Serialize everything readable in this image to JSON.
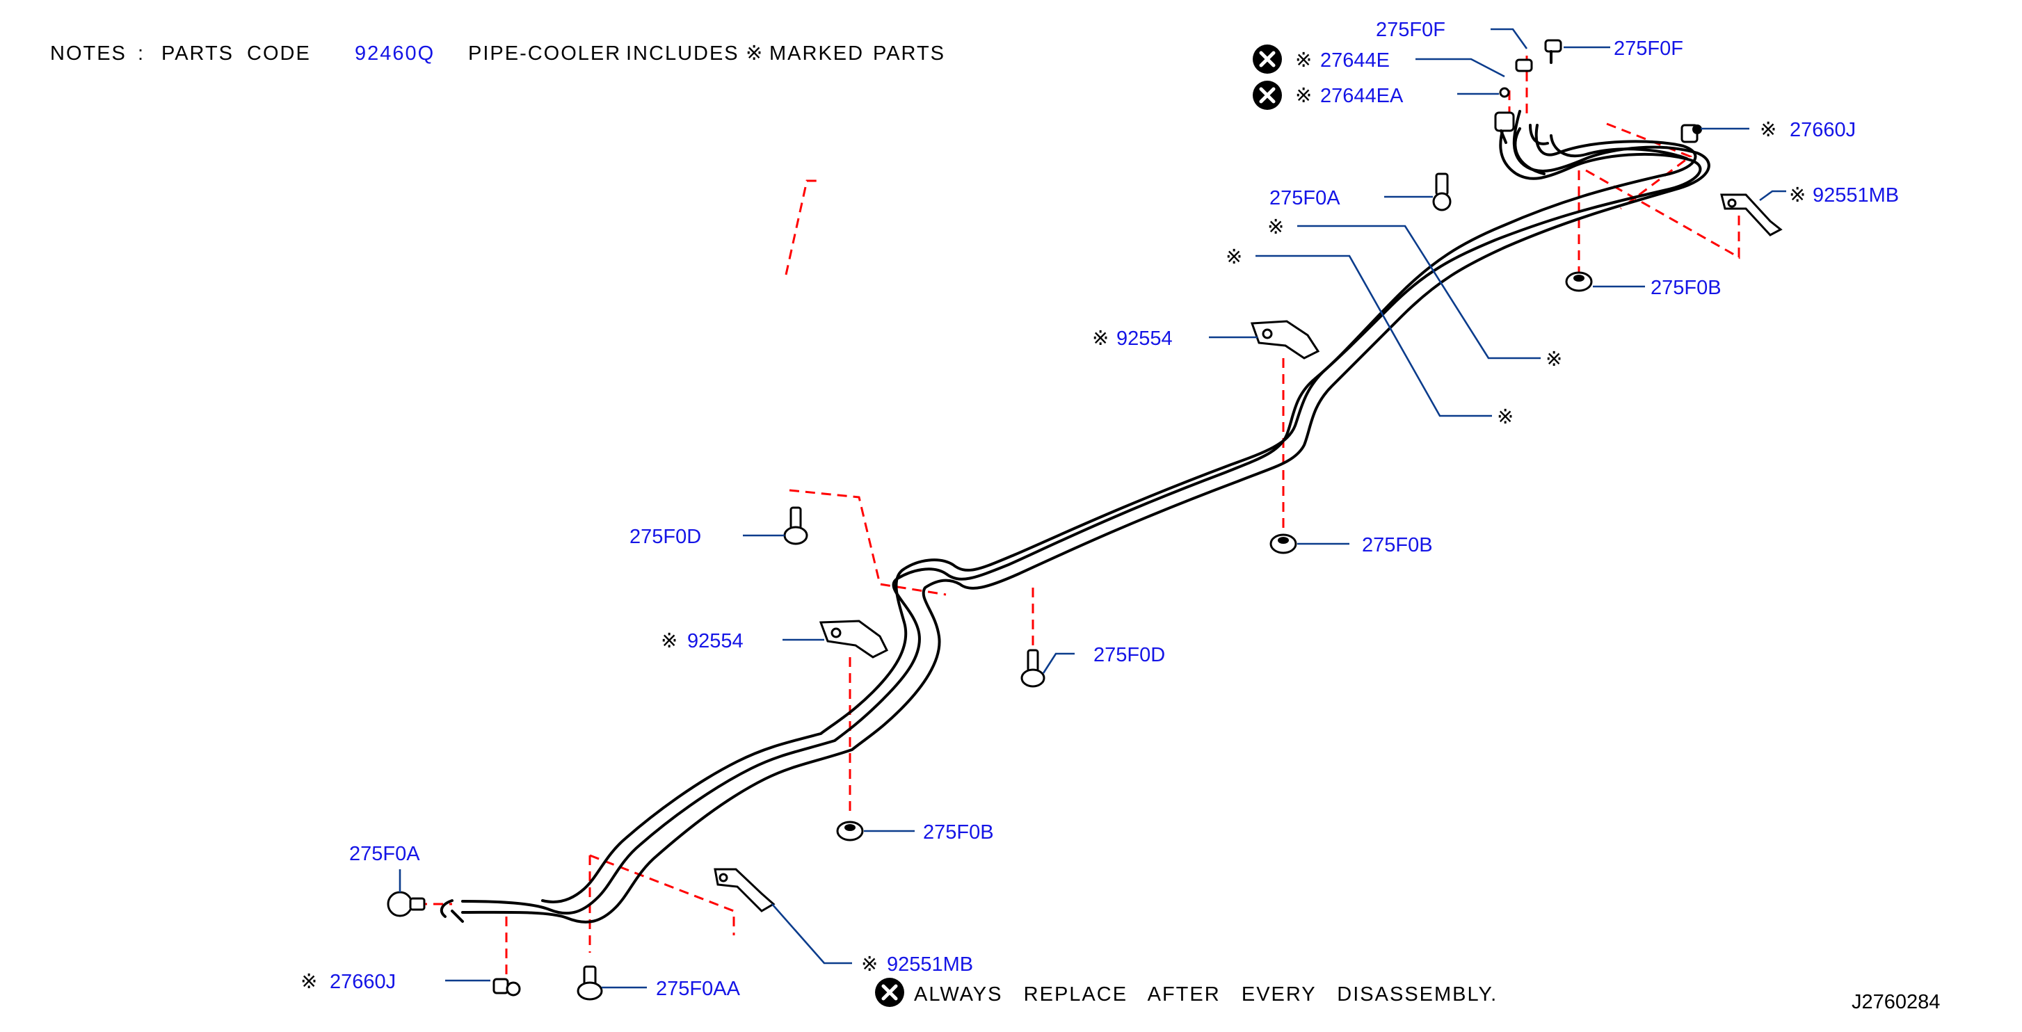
{
  "notes": {
    "notes_label": "NOTES",
    "colon": ":",
    "parts_label": "PARTS",
    "code_label": "CODE",
    "code_value": "92460Q",
    "pipe_cooler": "PIPE-COOLER",
    "includes": "INCLUDES",
    "marked_symbol": "※",
    "marked": "MARKED",
    "parts": "PARTS"
  },
  "callouts": {
    "p275F0F_top": "275F0F",
    "p275F0F_right": "275F0F",
    "p27644E": "27644E",
    "p27644EA": "27644EA",
    "p27660J_top": "27660J",
    "p275F0A_top": "275F0A",
    "p92551MB_top": "92551MB",
    "p275F0B_right": "275F0B",
    "p92554_mid": "92554",
    "p275F0B_mid": "275F0B",
    "p275F0D_left": "275F0D",
    "p92554_left": "92554",
    "p275F0D_mid": "275F0D",
    "p275F0B_low": "275F0B",
    "p275F0A_low": "275F0A",
    "p92551MB_low": "92551MB",
    "p27660J_low": "27660J",
    "p275F0AA": "275F0AA"
  },
  "symbols": {
    "kome": "※",
    "replace_icon": "circle-x"
  },
  "footer": {
    "replace_note": "ALWAYS   REPLACE   AFTER   EVERY   DISASSEMBLY.",
    "diagram_code": "J2760284"
  },
  "colors": {
    "label_blue": "#1414e6",
    "leader_blue": "#0b3c8c",
    "dash_red": "#ff0000"
  }
}
